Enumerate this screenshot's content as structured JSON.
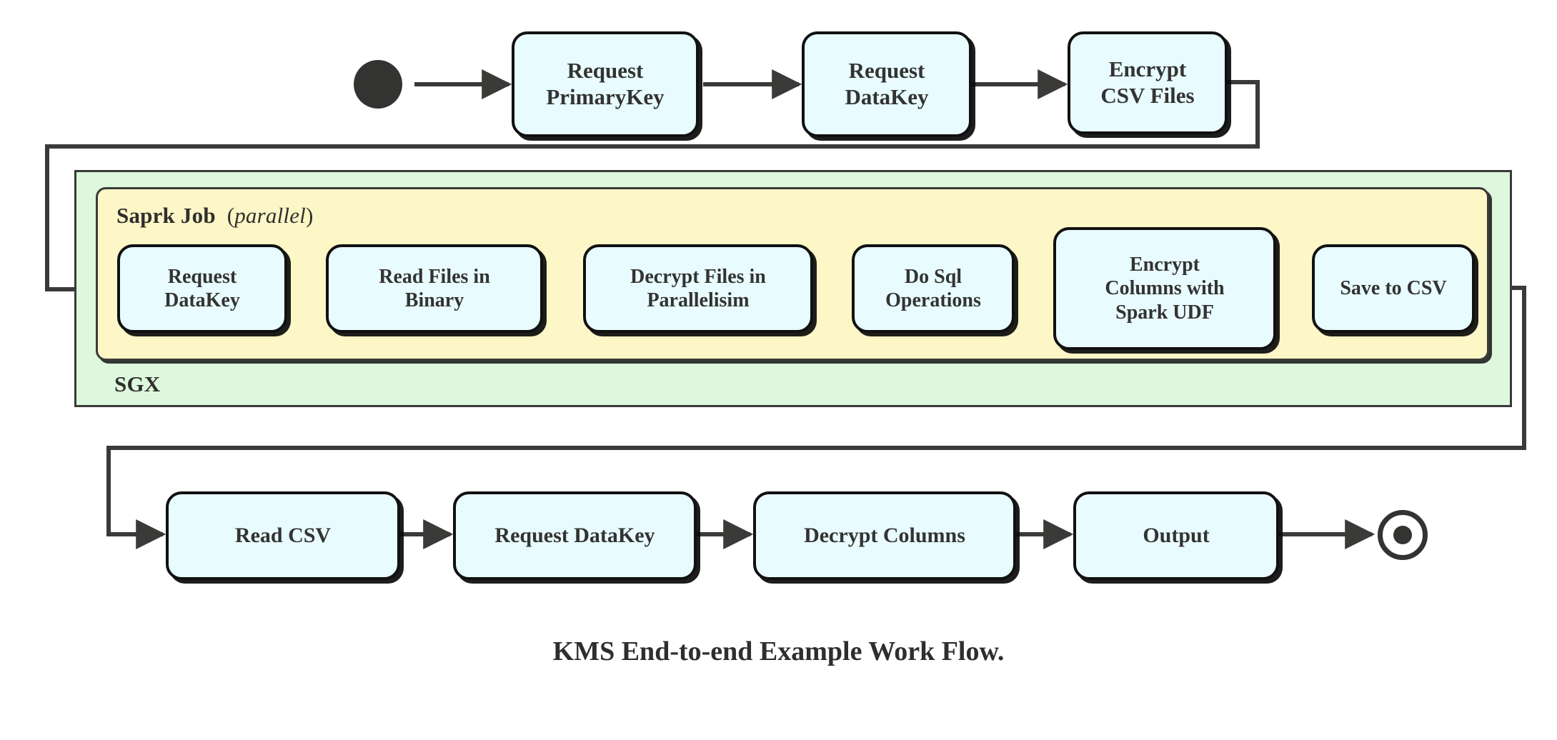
{
  "diagram": {
    "caption": "KMS End-to-end Example Work Flow.",
    "start_marker": "filled-circle-start",
    "end_marker": "bullseye-end",
    "colors": {
      "node_fill": "#e8fbff",
      "node_border": "#111111",
      "sgx_fill": "#ddf8dd",
      "spark_fill": "#fdf6c6",
      "region_border": "#3a3a38",
      "text": "#333331",
      "wire": "#3a3a38"
    },
    "regions": [
      {
        "id": "sgx",
        "label": "SGX",
        "label_position": "bottom-left"
      },
      {
        "id": "spark",
        "label": "Saprk Job",
        "qualifier_open": "(",
        "qualifier": "parallel",
        "qualifier_close": ")",
        "label_position": "top-left"
      }
    ],
    "rows": {
      "top": {
        "nodes": [
          {
            "id": "request-primarykey",
            "lines": [
              "Request",
              "PrimaryKey"
            ]
          },
          {
            "id": "request-datakey-top",
            "lines": [
              "Request",
              "DataKey"
            ]
          },
          {
            "id": "encrypt-csv-files",
            "lines": [
              "Encrypt",
              "CSV Files"
            ]
          }
        ]
      },
      "spark": {
        "nodes": [
          {
            "id": "request-datakey-spark",
            "lines": [
              "Request",
              "DataKey"
            ]
          },
          {
            "id": "read-files-in-binary",
            "lines": [
              "Read Files in",
              "Binary"
            ]
          },
          {
            "id": "decrypt-files-in-parallelisim",
            "lines": [
              "Decrypt Files in",
              "Parallelisim"
            ]
          },
          {
            "id": "do-sql-operations",
            "lines": [
              "Do Sql",
              "Operations"
            ]
          },
          {
            "id": "encrypt-columns-with-spark-udf",
            "lines": [
              "Encrypt",
              "Columns with",
              "Spark UDF"
            ]
          },
          {
            "id": "save-to-csv",
            "lines": [
              "Save to CSV"
            ]
          }
        ]
      },
      "bottom": {
        "nodes": [
          {
            "id": "read-csv",
            "lines": [
              "Read CSV"
            ]
          },
          {
            "id": "request-datakey-bottom",
            "lines": [
              "Request DataKey"
            ]
          },
          {
            "id": "decrypt-columns",
            "lines": [
              "Decrypt Columns"
            ]
          },
          {
            "id": "output",
            "lines": [
              "Output"
            ]
          }
        ]
      }
    }
  }
}
